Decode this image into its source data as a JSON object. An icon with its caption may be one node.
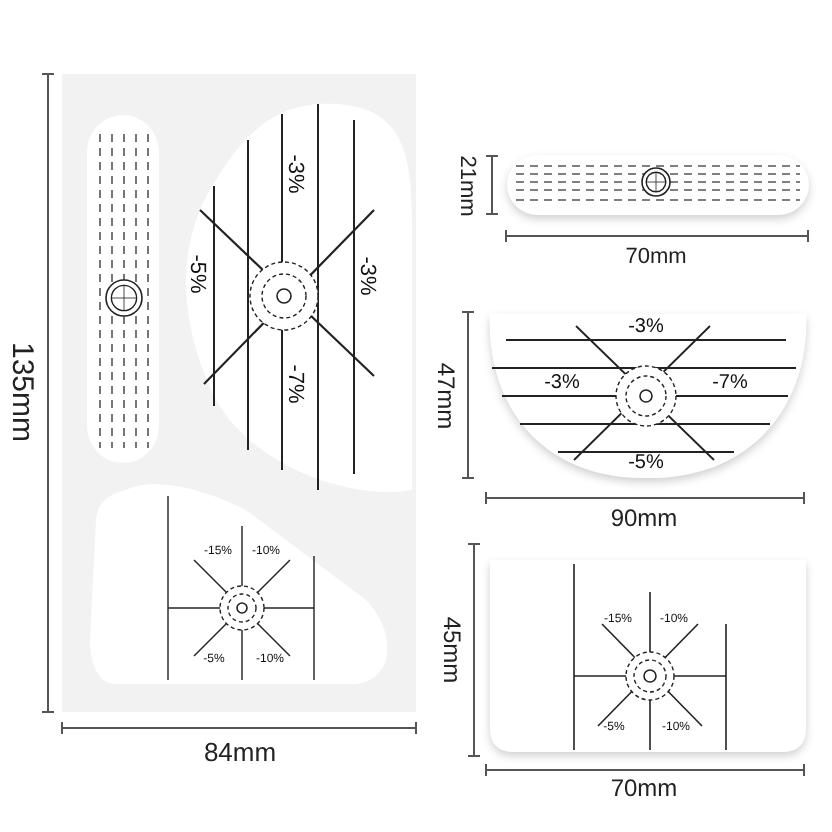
{
  "diagram": {
    "nodes": [
      {
        "text": [],
        "shape": "box"
      },
      {
        "text": [],
        "shape": "bar",
        "in": 0
      },
      {
        "text": [
          "-3%",
          "-5%",
          "-3%",
          "-7%"
        ],
        "in": 0
      },
      {
        "text": [
          "-15%",
          "-10%",
          "-5%",
          "-10%"
        ],
        "in": 0
      },
      {
        "text": [],
        "shape": "bar"
      },
      {
        "text": [
          "-3%",
          "-3%",
          "-7%",
          "-5%"
        ]
      },
      {
        "text": [
          "-15%",
          "-10%",
          "-5%",
          "-10%"
        ]
      }
    ],
    "labels": [
      "135mm",
      "84mm",
      "21mm",
      "70mm",
      "47mm",
      "90mm",
      "45mm",
      "70mm"
    ]
  }
}
